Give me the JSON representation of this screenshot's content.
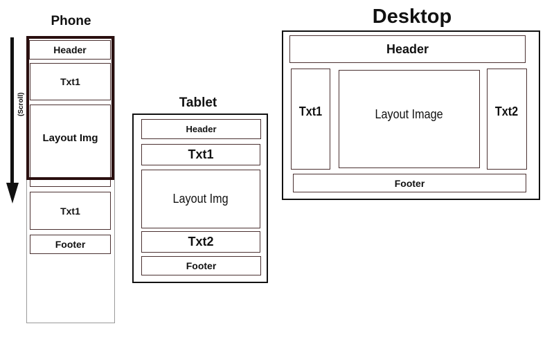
{
  "phone": {
    "title": "Phone",
    "scroll_label": "(Scroll)",
    "header": "Header",
    "txt1_top": "Txt1",
    "layout_img": "Layout Img",
    "txt1_bottom": "Txt1",
    "footer": "Footer"
  },
  "tablet": {
    "title": "Tablet",
    "header": "Header",
    "txt1": "Txt1",
    "layout_img": "Layout Img",
    "txt2": "Txt2",
    "footer": "Footer"
  },
  "desktop": {
    "title": "Desktop",
    "header": "Header",
    "txt1": "Txt1",
    "layout_image": "Layout Image",
    "txt2": "Txt2",
    "footer": "Footer"
  },
  "colors": {
    "viewport_border": "#2a0f0f",
    "box_border": "#4a3030",
    "outer_gray": "#999999"
  }
}
